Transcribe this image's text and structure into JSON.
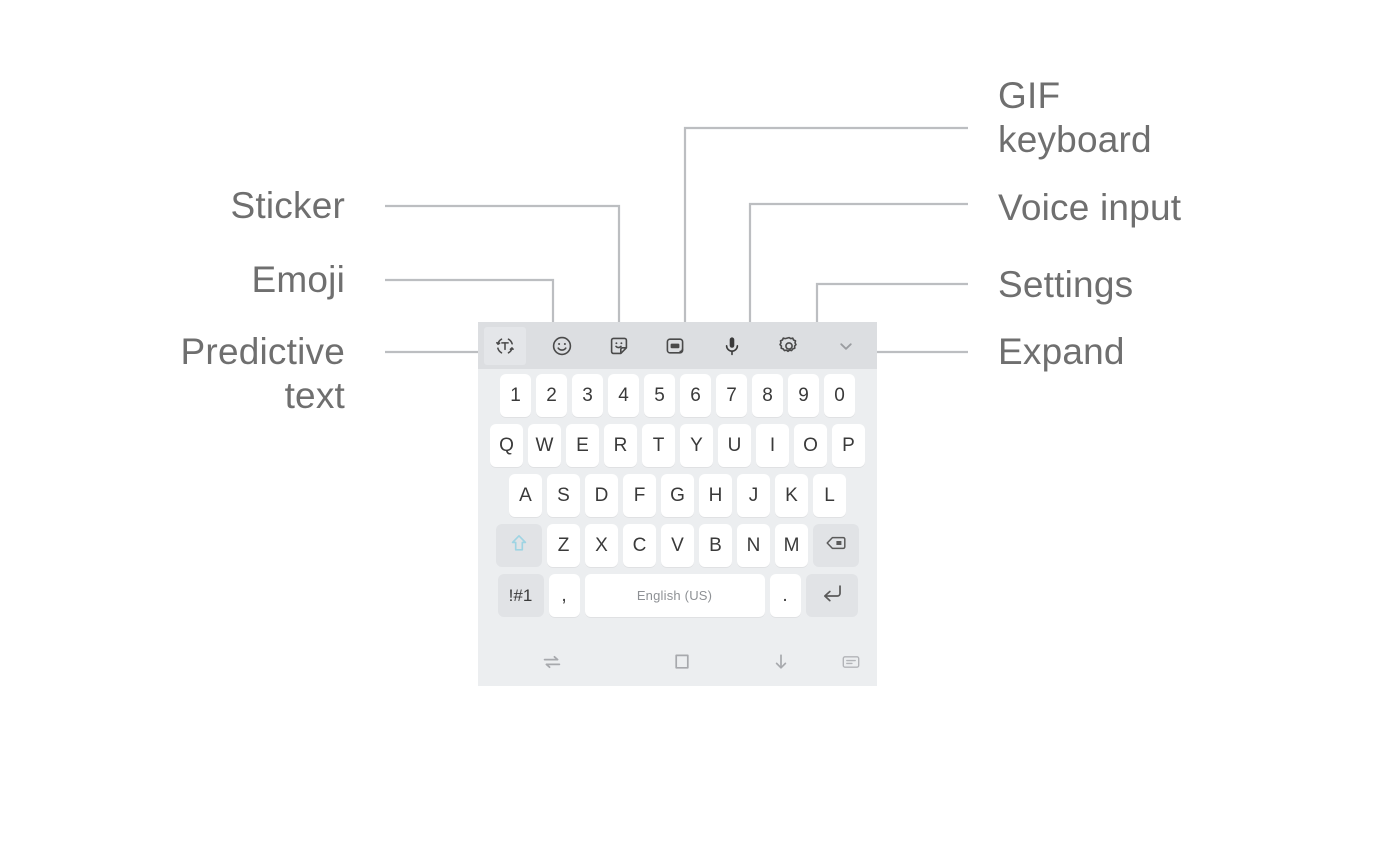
{
  "diagram": {
    "title": "Samsung keyboard toolbar annotated",
    "label_color": "#6f6f6f",
    "leader_color": "#b8babd",
    "callouts": [
      {
        "id": "sticker",
        "text": "Sticker",
        "side": "left"
      },
      {
        "id": "emoji",
        "text": "Emoji",
        "side": "left"
      },
      {
        "id": "predictive",
        "text": "Predictive\ntext",
        "side": "left"
      },
      {
        "id": "gif",
        "text": "GIF\nkeyboard",
        "side": "right"
      },
      {
        "id": "voice",
        "text": "Voice input",
        "side": "right"
      },
      {
        "id": "settings",
        "text": "Settings",
        "side": "right"
      },
      {
        "id": "expand",
        "text": "Expand",
        "side": "right"
      }
    ]
  },
  "keyboard": {
    "background": "#eceef0",
    "toolbar_background": "#dcdee1",
    "key_background": "#ffffff",
    "function_key_background": "#e1e3e6",
    "shift_accent_color": "#9fd4e3",
    "toolbar": [
      {
        "id": "predictive-text",
        "icon": "predictive-text-icon",
        "selected": true
      },
      {
        "id": "emoji",
        "icon": "emoji-icon",
        "selected": false
      },
      {
        "id": "sticker",
        "icon": "sticker-icon",
        "selected": false
      },
      {
        "id": "gif",
        "icon": "gif-icon",
        "selected": false
      },
      {
        "id": "voice",
        "icon": "microphone-icon",
        "selected": false
      },
      {
        "id": "settings",
        "icon": "gear-icon",
        "selected": false
      },
      {
        "id": "expand",
        "icon": "chevron-down-icon",
        "selected": false
      }
    ],
    "rows": {
      "numbers": [
        "1",
        "2",
        "3",
        "4",
        "5",
        "6",
        "7",
        "8",
        "9",
        "0"
      ],
      "top": [
        "Q",
        "W",
        "E",
        "R",
        "T",
        "Y",
        "U",
        "I",
        "O",
        "P"
      ],
      "home": [
        "A",
        "S",
        "D",
        "F",
        "G",
        "H",
        "J",
        "K",
        "L"
      ],
      "bottom": [
        "Z",
        "X",
        "C",
        "V",
        "B",
        "N",
        "M"
      ]
    },
    "shift_key": "shift-icon",
    "backspace_key": "backspace-icon",
    "symbols_key": "!#1",
    "comma_key": ",",
    "space_key": "English (US)",
    "period_key": ".",
    "enter_key": "enter-icon",
    "nav_bar": [
      {
        "id": "recents",
        "icon": "recents-icon"
      },
      {
        "id": "home",
        "icon": "home-icon"
      },
      {
        "id": "hide-keyboard",
        "icon": "arrow-down-icon"
      },
      {
        "id": "keyboard-switch",
        "icon": "keyboard-switch-icon"
      }
    ]
  }
}
